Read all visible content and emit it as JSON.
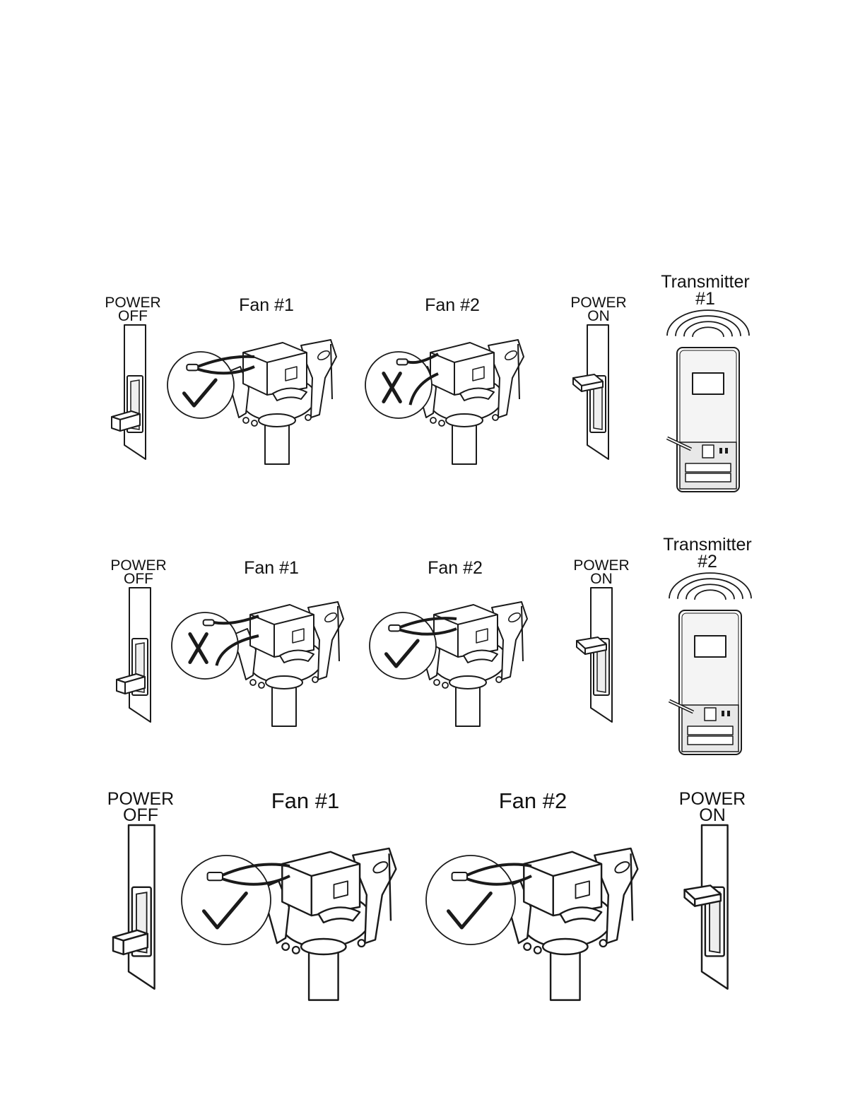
{
  "rows": [
    {
      "power_off": [
        "POWER",
        "OFF"
      ],
      "fan1": "Fan #1",
      "fan2": "Fan #2",
      "power_on": [
        "POWER",
        "ON"
      ],
      "transmitter": [
        "Transmitter",
        "#1"
      ],
      "fan1_status": "check",
      "fan2_status": "cross"
    },
    {
      "power_off": [
        "POWER",
        "OFF"
      ],
      "fan1": "Fan #1",
      "fan2": "Fan #2",
      "power_on": [
        "POWER",
        "ON"
      ],
      "transmitter": [
        "Transmitter",
        "#2"
      ],
      "fan1_status": "cross",
      "fan2_status": "check"
    },
    {
      "power_off": [
        "POWER",
        "OFF"
      ],
      "fan1": "Fan #1",
      "fan2": "Fan #2",
      "power_on": [
        "POWER",
        "ON"
      ],
      "fan1_status": "check",
      "fan2_status": "check"
    }
  ],
  "colors": {
    "ink": "#1a1a1a",
    "fill": "#ffffff",
    "fan_fill": "#f4f4f4"
  },
  "icons": [
    "wall-switch-icon",
    "ceiling-fan-receiver-icon",
    "remote-transmitter-icon",
    "checkmark-icon",
    "cross-icon",
    "signal-waves-icon"
  ]
}
